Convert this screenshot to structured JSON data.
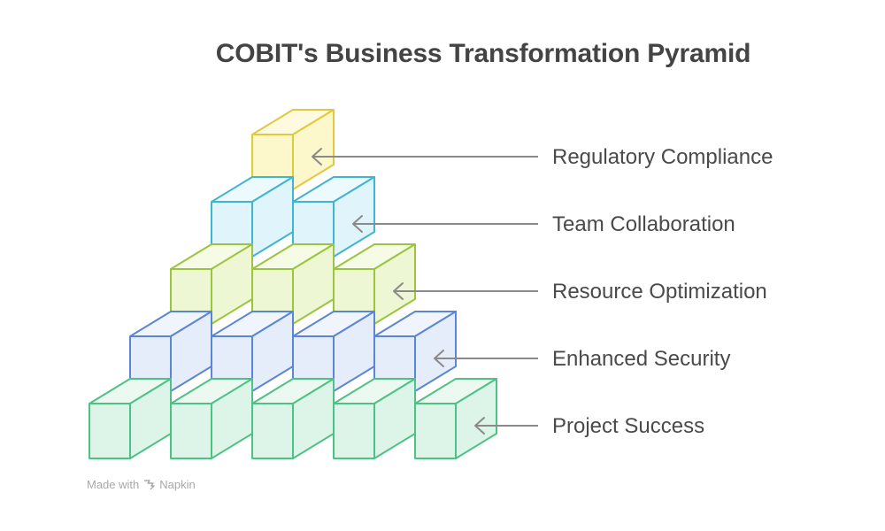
{
  "title": "COBIT's Business Transformation Pyramid",
  "levels": [
    {
      "label": "Regulatory Compliance",
      "cubes": 1,
      "stroke": "#e0c93a",
      "front": "#fdf7cc",
      "top": "#fefae0"
    },
    {
      "label": "Team Collaboration",
      "cubes": 2,
      "stroke": "#3fb5d2",
      "front": "#dff5fb",
      "top": "#ecf9fd"
    },
    {
      "label": "Resource Optimization",
      "cubes": 3,
      "stroke": "#9cc43e",
      "front": "#eef7d4",
      "top": "#f5fbe4"
    },
    {
      "label": "Enhanced Security",
      "cubes": 4,
      "stroke": "#5b86d6",
      "front": "#e6edfa",
      "top": "#f0f4fc"
    },
    {
      "label": "Project Success",
      "cubes": 5,
      "stroke": "#4ec285",
      "front": "#ddf5e8",
      "top": "#ebf9f1"
    }
  ],
  "connector_color": "#8a8a8a",
  "footer": {
    "prefix": "Made with",
    "brand": "Napkin",
    "icon": "napkin-logo-icon"
  }
}
